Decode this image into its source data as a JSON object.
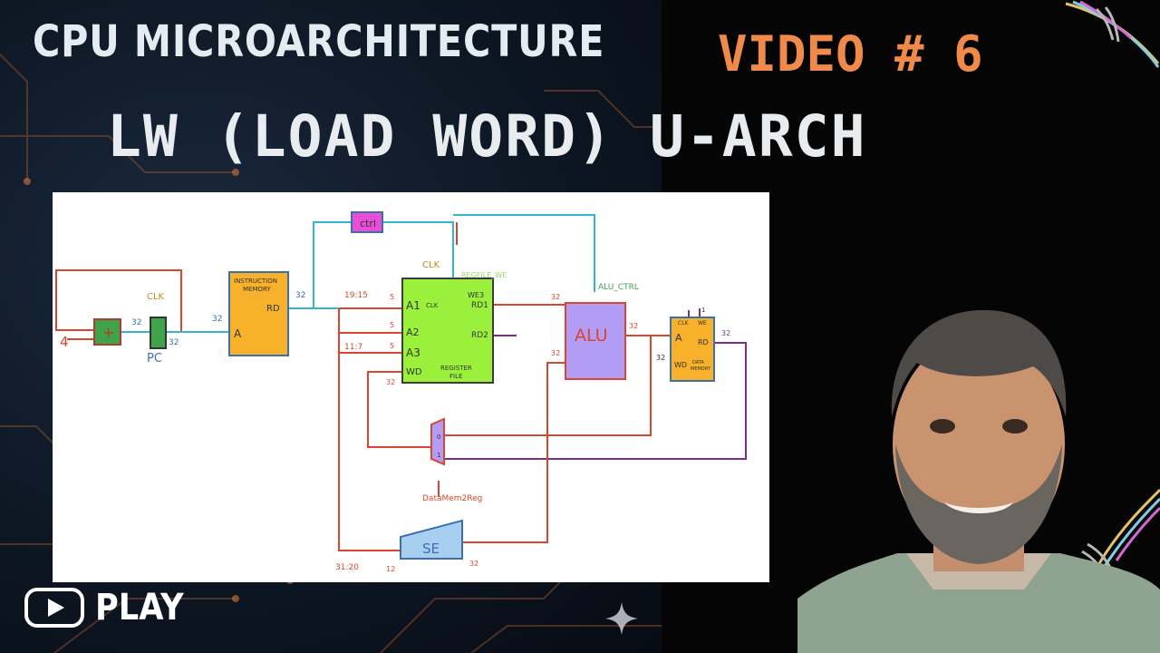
{
  "header": {
    "title": "CPU MICROARCHITECTURE",
    "video_label": "VIDEO # 6",
    "subtitle": "LW (LOAD WORD) U-ARCH"
  },
  "play_button": {
    "label": "PLAY"
  },
  "diagram": {
    "ctrl": "ctrl",
    "clk": "CLK",
    "regfile_we": "REGFILE_WE",
    "alu_ctrl": "ALU_CTRL",
    "four": "4",
    "plus": "+",
    "pc": "PC",
    "instr_mem_line1": "INSTRUCTION",
    "instr_mem_line2": "MEMORY",
    "rd": "RD",
    "a": "A",
    "w32": "32",
    "bits_19_15": "19:15",
    "bits_11_7": "11:7",
    "bits_31_20": "31:20",
    "w5": "5",
    "w12": "12",
    "w1": "1",
    "a1": "A1",
    "a2": "A2",
    "a3": "A3",
    "wd": "WD",
    "we3": "WE3",
    "rd1": "RD1",
    "rd2": "RD2",
    "register_line1": "REGISTER",
    "register_line2": "FILE",
    "alu": "ALU",
    "we": "WE",
    "data_mem_line1": "DATA",
    "data_mem_line2": "MEMORY",
    "mux_0": "0",
    "mux_1": "1",
    "datamem2reg": "DataMem2Reg",
    "se": "SE"
  },
  "colors": {
    "accent_orange": "#f08a4b",
    "wire_red": "#d9452e",
    "wire_cyan": "#35b6cf",
    "wire_purple": "#7a2e8a",
    "regfile_green": "#9af03a",
    "alu_lavender": "#b39cf6",
    "mem_orange": "#f7b12a",
    "ctrl_magenta": "#e84fd6",
    "se_blue": "#a9cff0"
  },
  "icons": [
    "youtube-play-icon",
    "sparkle-icon",
    "wire-coil-icon"
  ]
}
